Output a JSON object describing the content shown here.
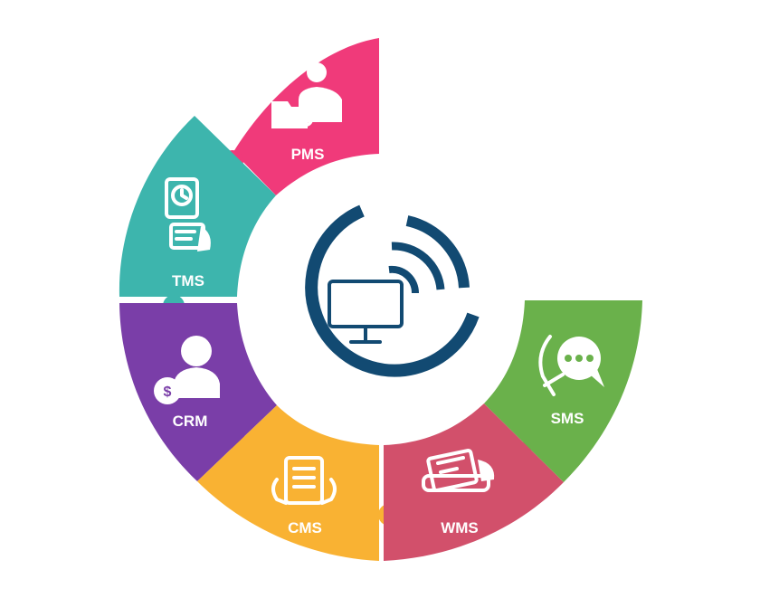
{
  "segments": [
    {
      "key": "pms",
      "label": "PMS",
      "color": "#f03a7a",
      "icon": "manager-folder-gear-icon"
    },
    {
      "key": "tms",
      "label": "TMS",
      "color": "#3db5ad",
      "icon": "timesheet-clock-icon"
    },
    {
      "key": "crm",
      "label": "CRM",
      "color": "#7a3ea8",
      "icon": "customer-dollar-icon"
    },
    {
      "key": "cms",
      "label": "CMS",
      "color": "#f9b233",
      "icon": "content-tablet-icon"
    },
    {
      "key": "wms",
      "label": "WMS",
      "color": "#d2506b",
      "icon": "web-device-icon"
    },
    {
      "key": "sms",
      "label": "SMS",
      "color": "#6ab14b",
      "icon": "chat-bubble-hand-icon"
    }
  ],
  "center": {
    "color": "#124a72",
    "icon": "wireless-monitor-icon"
  }
}
